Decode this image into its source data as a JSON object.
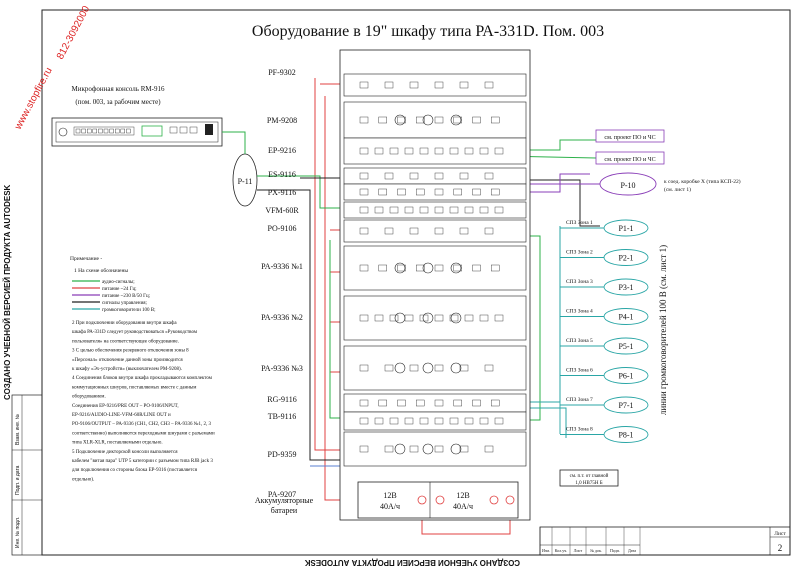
{
  "title": "Оборудование в 19\" шкафу типа РА-331D. Пом. 003",
  "watermark_left": "СОЗДАНО УЧЕБНОЙ ВЕРСИЕЙ ПРОДУКТА AUTODESK",
  "watermark_bottom": "СОЗДАНО УЧЕБНОЙ ВЕРСИЕЙ ПРОДУКТА AUTODESK",
  "stamp_url": "www.stopfire.ru",
  "stamp_phone": "812-3092000",
  "console": {
    "title": "Микрофонная консоль RM-916",
    "subtitle": "(пом. 003, за рабочим месте)"
  },
  "p11_label": "Р-11",
  "rack_labels": [
    "PF-9302",
    "PM-9208",
    "EP-9216",
    "ES-9116",
    "PX-9116",
    "VFM-60R",
    "PO-9106",
    "PA-9336 №1",
    "PA-9336 №2",
    "PA-9336 №3",
    "RG-9116",
    "TB-9116",
    "PD-9359",
    "PA-9207"
  ],
  "battery_label": "Аккумуляторные батареи",
  "battery_units": [
    "12В\n40А/ч",
    "12В\n40А/ч"
  ],
  "right_boxes": {
    "box1": "см. проект ПО и ЧС",
    "box2": "см. проект ПО и ЧС",
    "p10": "Р-10",
    "p10_note": "к соед. коробке Х (типа КСП-22)\n(см. лист 1)",
    "mains_box": "см. п.т. от главной\n1,0 НВ75Н Б"
  },
  "zones": [
    {
      "label": "СПЗ Зона 1",
      "box": "Р1-1"
    },
    {
      "label": "СПЗ Зона 2",
      "box": "Р2-1"
    },
    {
      "label": "СПЗ Зона 3",
      "box": "Р3-1"
    },
    {
      "label": "СПЗ Зона 4",
      "box": "Р4-1"
    },
    {
      "label": "СПЗ Зона 5",
      "box": "Р5-1"
    },
    {
      "label": "СПЗ Зона 6",
      "box": "Р6-1"
    },
    {
      "label": "СПЗ Зона 7",
      "box": "Р7-1"
    },
    {
      "label": "СПЗ Зона 8",
      "box": "Р8-1"
    }
  ],
  "lines_label": "линии громкоговорителей 100 В (см. лист 1)",
  "notes": {
    "heading": "Примечание -",
    "item1": "1 На схеме обозначены",
    "legend": [
      {
        "text": "аудио-сигналы;",
        "color": "#2db14a"
      },
      {
        "text": "питание ~24 Гц;",
        "color": "#e04040"
      },
      {
        "text": "питание ~230 В/50 Гц;",
        "color": "#8a3fb8"
      },
      {
        "text": "сигналы управления;",
        "color": "#222222"
      },
      {
        "text": "громкоговорители 100 В;",
        "color": "#2aa6a6"
      }
    ],
    "paragraphs": [
      "2 При подключении оборудования внутри шкафа",
      "шкафа РА-331D следует руководствоваться «Руководством",
      "пользователя» на соответствующее оборудование.",
      "3 С целью обеспечения резервного отключения зоны 8",
      "«Персонал» отключение данной зоны производится",
      "к шкафу «Эх-устройств» (выключателем РМ-9208).",
      "4 Соединения блоков внутри шкафа прокладываются комплектом",
      "коммутационных шнуров, поставляемых вместе с данным",
      "оборудованием.",
      "Соединения EP-9216/PRE OUT – PO-9106/INPUT,",
      "EP-9216/AUDIO-LINE-VFM-60R/LINE OUT и",
      "PO-9106/OUTPUT – PA-9336 (CH1, CH2, CH3 – PA-9336 №1, 2, 3",
      "соответственно) выполняются переходными шнурами с разъемами",
      "типа XLR-XLR, поставляемыми отдельно.",
      "5 Подключение дикторской консоли выполняется",
      "кабелем \"витая пара\" UTP 5 категории с разъемом типа RJB jack 3",
      "для подключения со стороны блока EP-9316 (поставляется",
      "отдельно)."
    ]
  },
  "title_block": {
    "cols": [
      "Изм.",
      "Кол.уч.",
      "Лист",
      "№ док.",
      "Подп.",
      "Дата"
    ],
    "sheet_label": "Лист",
    "sheet_number": "2"
  },
  "left_strip": [
    "Инв. № подл.",
    "Подп. и дата",
    "Взам. инв. №"
  ]
}
